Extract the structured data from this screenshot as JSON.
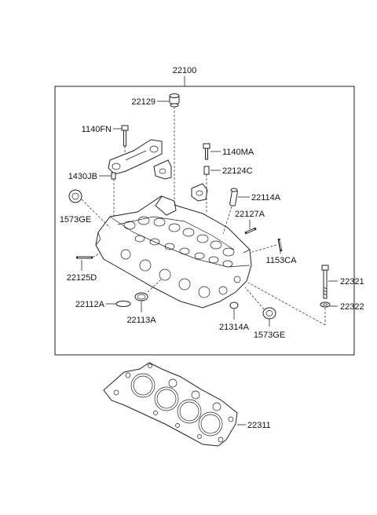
{
  "diagram": {
    "assembly_label": "22100",
    "parts": {
      "p22129": "22129",
      "p1140FN": "1140FN",
      "p1140MA": "1140MA",
      "p22124C": "22124C",
      "p1430JB": "1430JB",
      "p22114A": "22114A",
      "p1573GE_left": "1573GE",
      "p22127A": "22127A",
      "p1153CA": "1153CA",
      "p22125D": "22125D",
      "p22321": "22321",
      "p22112A": "22112A",
      "p22322": "22322",
      "p22113A": "22113A",
      "p21314A": "21314A",
      "p1573GE_right": "1573GE",
      "p22311": "22311"
    }
  }
}
